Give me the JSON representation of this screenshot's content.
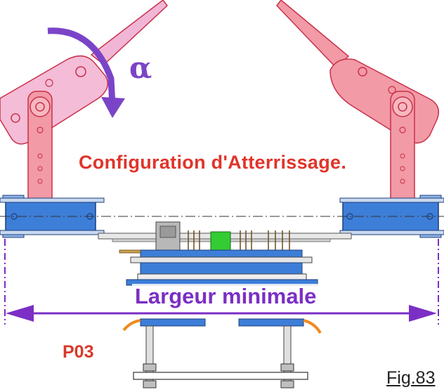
{
  "diagram": {
    "title": "Configuration d'Atterrissage.",
    "angle_symbol": "α",
    "dimension_label": "Largeur minimale",
    "reference": "P03",
    "figure_label": "Fig.83"
  },
  "colors": {
    "title": "#e0342a",
    "dimension": "#7b2fc5",
    "arm_fill": "#f29aa6",
    "arm_stroke": "#c9304a",
    "rotated_arm_fill": "#f1b6d6",
    "servo_blue": "#3d7ed8",
    "angle_arrow": "#7b44c8"
  }
}
